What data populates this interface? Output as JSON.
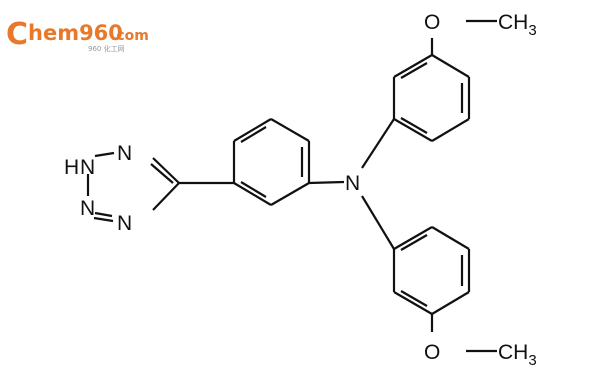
{
  "logo": {
    "initial": "C",
    "main": "hem960",
    "suffix": ".com",
    "subtitle": "960 化工网",
    "color": "#e8792a"
  },
  "molecule": {
    "atom_labels": {
      "methoxy_top": "O",
      "methyl_top": "CH",
      "methyl_top_sub": "3",
      "methoxy_bottom": "O",
      "methyl_bottom": "CH",
      "methyl_bottom_sub": "3",
      "amine_n": "N",
      "tetrazole_nh": "H",
      "tetrazole_n1": "N",
      "tetrazole_n2": "N",
      "tetrazole_n3": "N",
      "tetrazole_n4": "N"
    },
    "bond_color": "#111111"
  }
}
